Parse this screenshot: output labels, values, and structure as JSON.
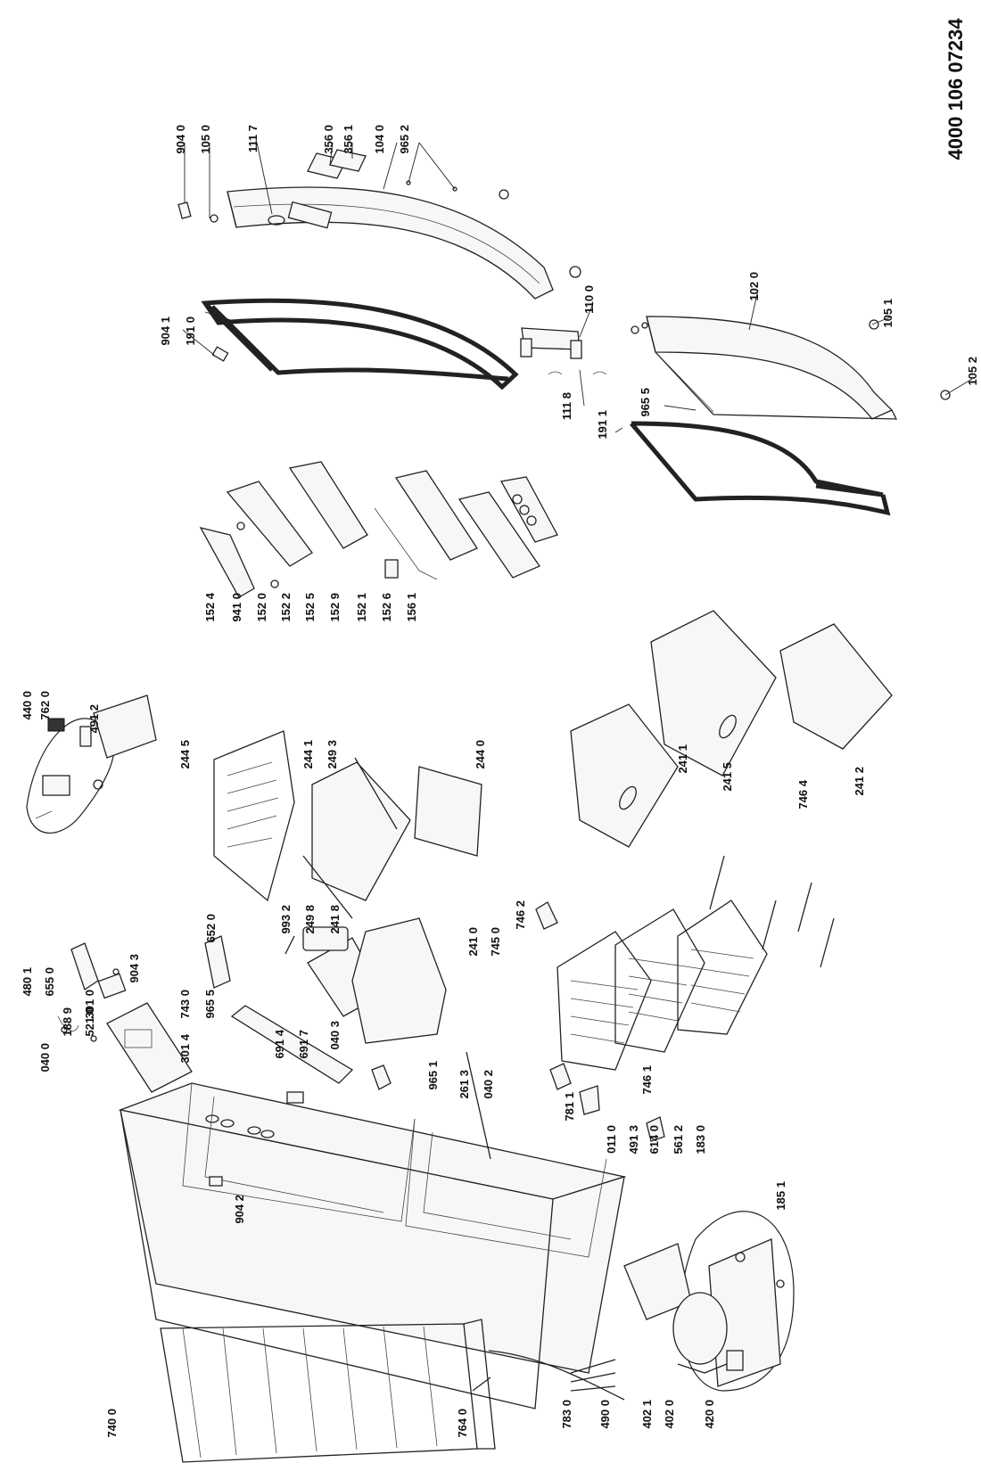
{
  "document": {
    "id": "4000 106 07234"
  },
  "parts": [
    {
      "code": "904 0"
    },
    {
      "code": "105 0"
    },
    {
      "code": "111 7"
    },
    {
      "code": "356 0"
    },
    {
      "code": "356 1"
    },
    {
      "code": "104 0"
    },
    {
      "code": "965 2"
    },
    {
      "code": "904 1"
    },
    {
      "code": "191 0"
    },
    {
      "code": "110 0"
    },
    {
      "code": "102 0"
    },
    {
      "code": "105 1"
    },
    {
      "code": "965 5"
    },
    {
      "code": "105 2"
    },
    {
      "code": "111 8"
    },
    {
      "code": "191 1"
    },
    {
      "code": "152 4"
    },
    {
      "code": "941 0"
    },
    {
      "code": "152 0"
    },
    {
      "code": "152 2"
    },
    {
      "code": "152 5"
    },
    {
      "code": "152 9"
    },
    {
      "code": "152 1"
    },
    {
      "code": "152 6"
    },
    {
      "code": "156 1"
    },
    {
      "code": "440 0"
    },
    {
      "code": "762 0"
    },
    {
      "code": "491 2"
    },
    {
      "code": "244 5"
    },
    {
      "code": "244 1"
    },
    {
      "code": "249 3"
    },
    {
      "code": "244 0"
    },
    {
      "code": "241 1"
    },
    {
      "code": "241 5"
    },
    {
      "code": "241 2"
    },
    {
      "code": "746 4"
    },
    {
      "code": "746 2"
    },
    {
      "code": "652 0"
    },
    {
      "code": "993 2"
    },
    {
      "code": "249 8"
    },
    {
      "code": "241 8"
    },
    {
      "code": "241 0"
    },
    {
      "code": "745 0"
    },
    {
      "code": "480 1"
    },
    {
      "code": "655 0"
    },
    {
      "code": "301 0"
    },
    {
      "code": "904 3"
    },
    {
      "code": "188 9"
    },
    {
      "code": "521 0"
    },
    {
      "code": "743 0"
    },
    {
      "code": "965 5"
    },
    {
      "code": "040 0"
    },
    {
      "code": "301 4"
    },
    {
      "code": "691 4"
    },
    {
      "code": "691 7"
    },
    {
      "code": "040 3"
    },
    {
      "code": "965 1"
    },
    {
      "code": "261 3"
    },
    {
      "code": "040 2"
    },
    {
      "code": "781 1"
    },
    {
      "code": "746 1"
    },
    {
      "code": "011 0"
    },
    {
      "code": "491 3"
    },
    {
      "code": "614 0"
    },
    {
      "code": "561 2"
    },
    {
      "code": "183 0"
    },
    {
      "code": "185 1"
    },
    {
      "code": "904 2"
    },
    {
      "code": "740 0"
    },
    {
      "code": "764 0"
    },
    {
      "code": "783 0"
    },
    {
      "code": "490 0"
    },
    {
      "code": "402 1"
    },
    {
      "code": "402 0"
    },
    {
      "code": "420 0"
    }
  ]
}
